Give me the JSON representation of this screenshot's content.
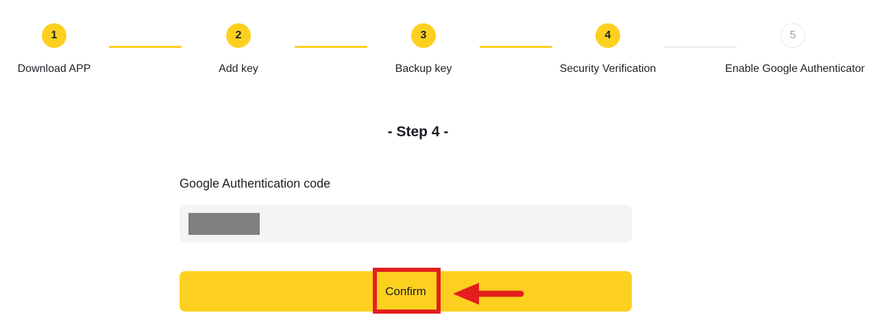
{
  "stepper": {
    "steps": [
      {
        "number": "1",
        "label": "Download APP",
        "state": "completed"
      },
      {
        "number": "2",
        "label": "Add key",
        "state": "completed"
      },
      {
        "number": "3",
        "label": "Backup key",
        "state": "completed"
      },
      {
        "number": "4",
        "label": "Security Verification",
        "state": "current"
      },
      {
        "number": "5",
        "label": "Enable Google Authenticator",
        "state": "upcoming"
      }
    ]
  },
  "content": {
    "heading": "- Step 4 -",
    "form": {
      "label": "Google Authentication code",
      "value": "",
      "value_redacted": true
    },
    "confirm_button_label": "Confirm"
  },
  "annotations": {
    "highlight_box": "red-rectangle-around-confirm-button",
    "arrow": "red-arrow-pointing-left-at-confirm-button"
  },
  "colors": {
    "accent_yellow": "#FDD020",
    "annotation_red": "#E41E1E",
    "text_dark": "#1E2026",
    "inactive_text": "#9AA3AD",
    "inactive_border": "#E6E8EA",
    "pending_connector": "#F0F0F0",
    "input_background": "#F4F4F4",
    "redaction_gray": "#7F7F7F"
  }
}
